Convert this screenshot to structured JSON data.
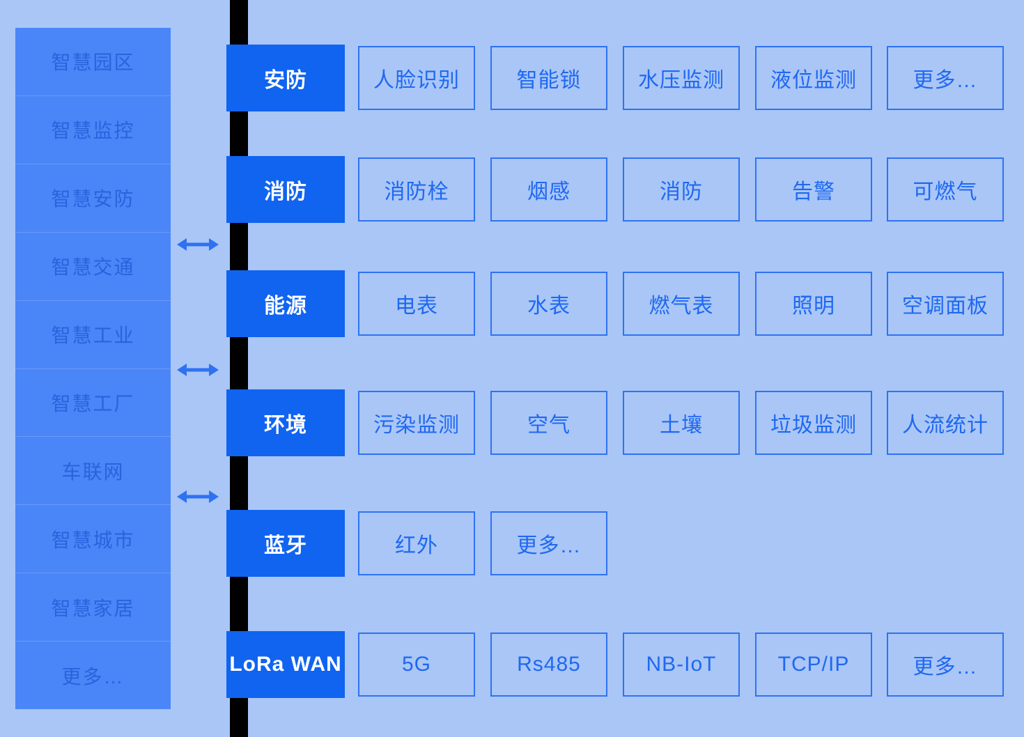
{
  "colors": {
    "page_bg": "#a9c6f7",
    "menu_cell_bg": "#4a86f7",
    "menu_text": "#2a63dd",
    "category_bg": "#1064f0",
    "category_text": "#ffffff",
    "box_border": "#2f72f1",
    "box_text": "#1f68f0",
    "backbone": "#000000",
    "arrow": "#2f72f1"
  },
  "left_menu": {
    "items": [
      "智慧园区",
      "智慧监控",
      "智慧安防",
      "智慧交通",
      "智慧工业",
      "智慧工厂",
      "车联网",
      "智慧城市",
      "智慧家居",
      "更多…"
    ]
  },
  "arrows": {
    "icon": "double-arrow-icon",
    "count": 3
  },
  "rows": [
    {
      "category": "安防",
      "items": [
        "人脸识别",
        "智能锁",
        "水压监测",
        "液位监测",
        "更多…"
      ]
    },
    {
      "category": "消防",
      "items": [
        "消防栓",
        "烟感",
        "消防",
        "告警",
        "可燃气"
      ]
    },
    {
      "category": "能源",
      "items": [
        "电表",
        "水表",
        "燃气表",
        "照明",
        "空调面板"
      ]
    },
    {
      "category": "环境",
      "items": [
        "污染监测",
        "空气",
        "土壤",
        "垃圾监测",
        "人流统计"
      ]
    },
    {
      "category": "蓝牙",
      "items": [
        "红外",
        "更多…"
      ]
    },
    {
      "category": "LoRa WAN",
      "items": [
        "5G",
        "Rs485",
        "NB-IoT",
        "TCP/IP",
        "更多…"
      ]
    }
  ]
}
